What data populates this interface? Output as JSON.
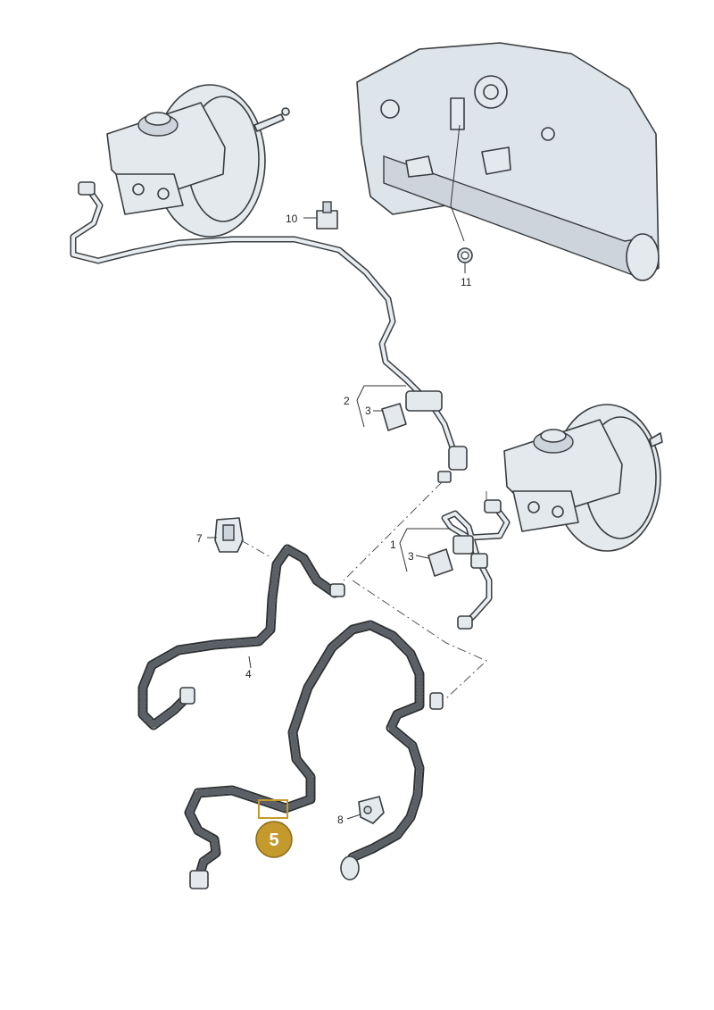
{
  "callouts": [
    {
      "id": "c1",
      "text": "1"
    },
    {
      "id": "c2",
      "text": "2"
    },
    {
      "id": "c3a",
      "text": "3"
    },
    {
      "id": "c3b",
      "text": "3"
    },
    {
      "id": "c4",
      "text": "4"
    },
    {
      "id": "c7",
      "text": "7"
    },
    {
      "id": "c8",
      "text": "8"
    },
    {
      "id": "c10",
      "text": "10"
    },
    {
      "id": "c11",
      "text": "11"
    }
  ],
  "highlight": {
    "text": "5",
    "color": "#c49a2c"
  },
  "colors": {
    "part_fill": "#e4e9ee",
    "outline": "#3a3d40",
    "body_panel": "#dde4ea"
  }
}
